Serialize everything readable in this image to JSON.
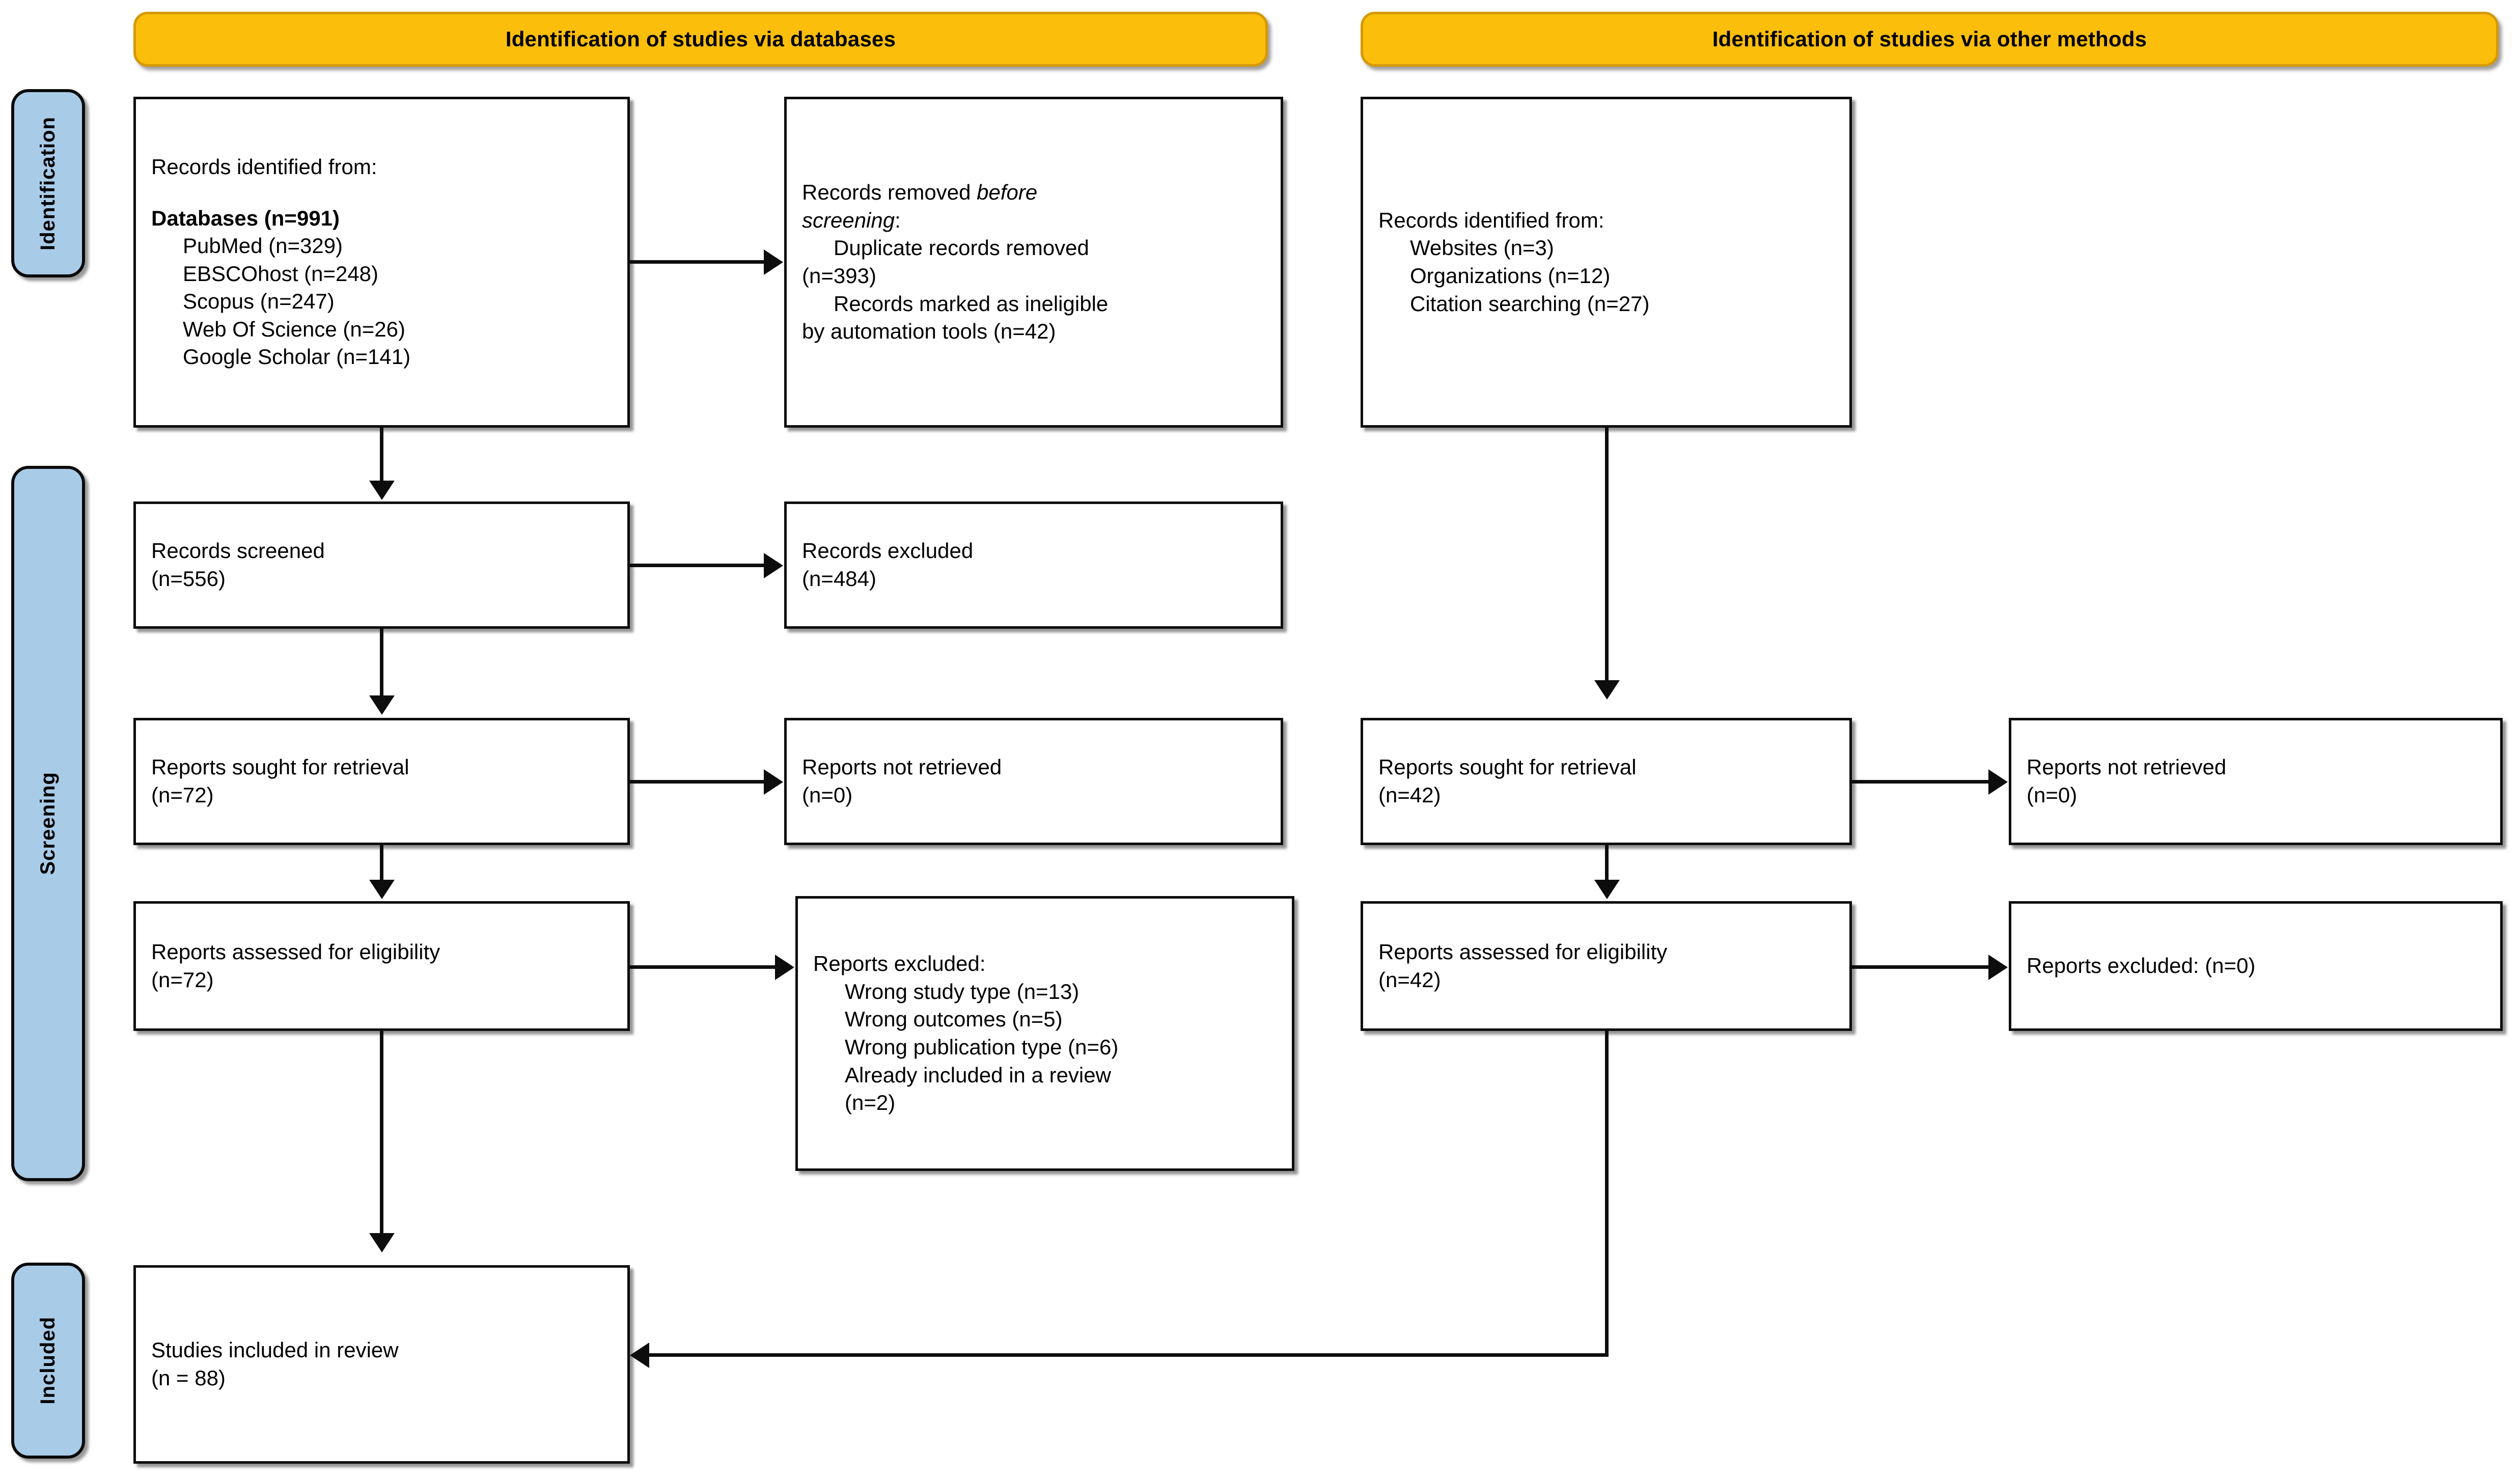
{
  "diagram": {
    "type": "prisma-flow-diagram",
    "banners": [
      {
        "id": "databases",
        "label": "Identification of studies via databases"
      },
      {
        "id": "other",
        "label": "Identification of studies via other methods"
      }
    ],
    "stages": [
      {
        "id": "identification",
        "label": "Identification"
      },
      {
        "id": "screening",
        "label": "Screening"
      },
      {
        "id": "included",
        "label": "Included"
      }
    ],
    "colors": {
      "banner_fill": "#fbbe0b",
      "banner_border": "#d49a06",
      "stage_fill": "#a8cbe8",
      "stage_border": "#0a0a0a",
      "box_border": "#0d0d0d",
      "text": "#000000",
      "background": "#ffffff"
    },
    "boxes": {
      "records_identified": {
        "title": "Records identified from:",
        "group_label": "Databases (n=991)",
        "sources": [
          "PubMed (n=329)",
          "EBSCOhost (n=248)",
          "Scopus (n=247)",
          "Web Of Science (n=26)",
          "Google Scholar (n=141)"
        ]
      },
      "records_removed": {
        "title_a": "Records removed ",
        "title_em": "before",
        "title_b": "screening",
        "title_colon": ":",
        "items": [
          "Duplicate records removed",
          "(n=393)",
          "Records marked as ineligible",
          "by automation tools (n=42)"
        ]
      },
      "records_screened": {
        "line1": "Records screened",
        "line2": "(n=556)"
      },
      "records_excluded": {
        "line1": "Records excluded",
        "line2": "(n=484)"
      },
      "reports_sought_db": {
        "line1": "Reports sought for retrieval",
        "line2": "(n=72)"
      },
      "reports_not_retrieved_db": {
        "line1": "Reports not retrieved",
        "line2": "(n=0)"
      },
      "reports_assessed_db": {
        "line1": "Reports assessed for eligibility",
        "line2": "(n=72)"
      },
      "reports_excluded_db": {
        "title": "Reports excluded:",
        "reasons": [
          "Wrong study type (n=13)",
          "Wrong outcomes (n=5)",
          "Wrong publication type (n=6)"
        ],
        "reason_last_a": "Already included in a review",
        "reason_last_b": "(n=2)"
      },
      "records_identified_other": {
        "title": "Records identified from:",
        "sources": [
          "Websites (n=3)",
          "Organizations (n=12)",
          "Citation searching (n=27)"
        ]
      },
      "reports_sought_other": {
        "line1": "Reports sought for retrieval",
        "line2": "(n=42)"
      },
      "reports_not_retrieved_other": {
        "line1": "Reports not retrieved",
        "line2": "(n=0)"
      },
      "reports_assessed_other": {
        "line1": "Reports assessed for eligibility",
        "line2": "(n=42)"
      },
      "reports_excluded_other": {
        "line1": "Reports excluded: (n=0)"
      },
      "studies_included": {
        "line1": "Studies included in review",
        "line2": "(n = 88)"
      }
    }
  }
}
